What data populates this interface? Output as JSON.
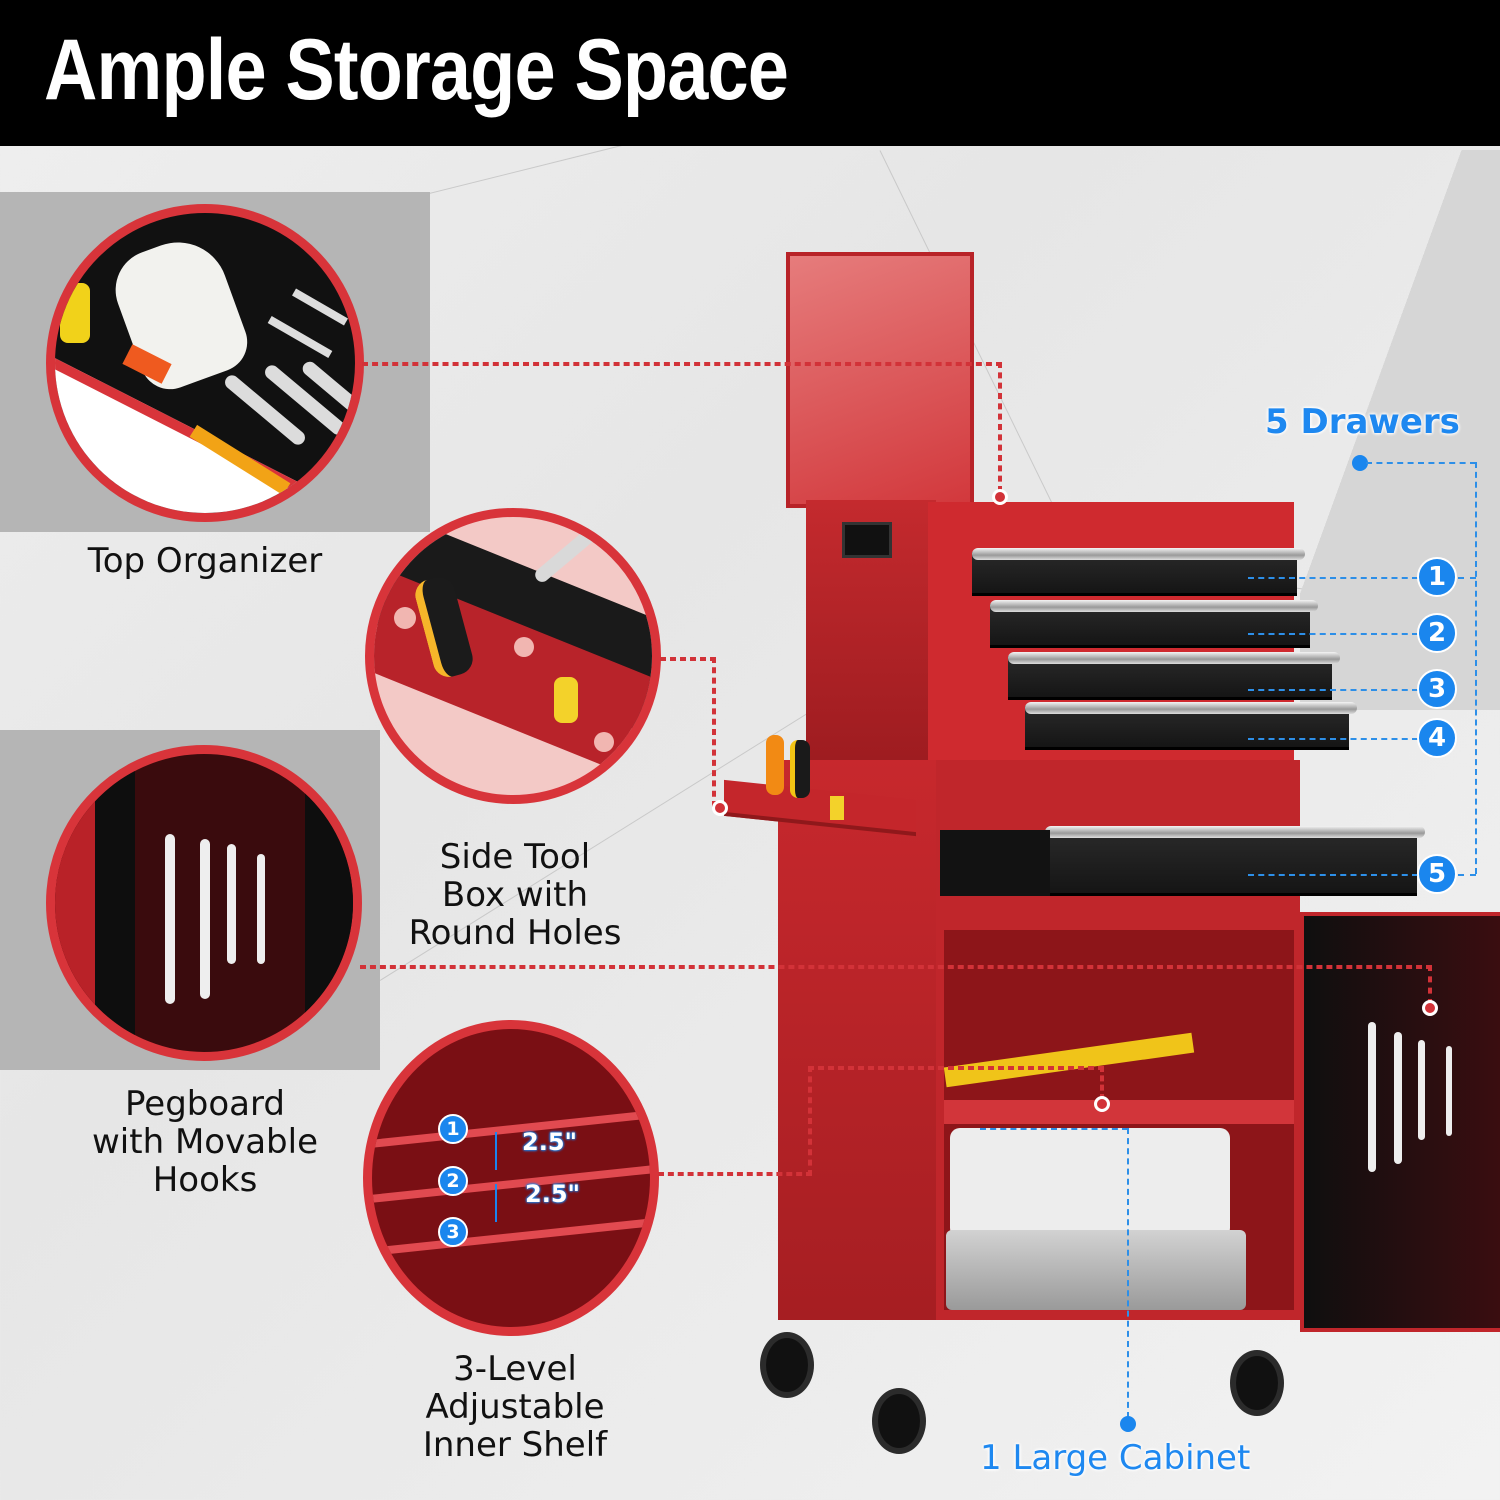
{
  "header": {
    "title": "Ample Storage Space"
  },
  "features": [
    {
      "id": "top-organizer",
      "label": "Top Organizer"
    },
    {
      "id": "side-tool-box",
      "label_lines": [
        "Side Tool",
        "Box with",
        "Round Holes"
      ]
    },
    {
      "id": "pegboard",
      "label_lines": [
        "Pegboard",
        "with Movable",
        "Hooks"
      ]
    },
    {
      "id": "inner-shelf",
      "label_lines": [
        "3-Level",
        "Adjustable",
        "Inner Shelf"
      ]
    }
  ],
  "shelf_detail": {
    "levels": [
      "1",
      "2",
      "3"
    ],
    "gaps": [
      "2.5\"",
      "2.5\""
    ]
  },
  "drawers": {
    "title": "5 Drawers",
    "numbers": [
      "1",
      "2",
      "3",
      "4",
      "5"
    ]
  },
  "cabinet": {
    "label": "1 Large Cabinet"
  },
  "colors": {
    "accent_blue": "#1a86ee",
    "accent_red": "#d8343a",
    "product_red": "#c8262b",
    "header_bg": "#000000"
  }
}
